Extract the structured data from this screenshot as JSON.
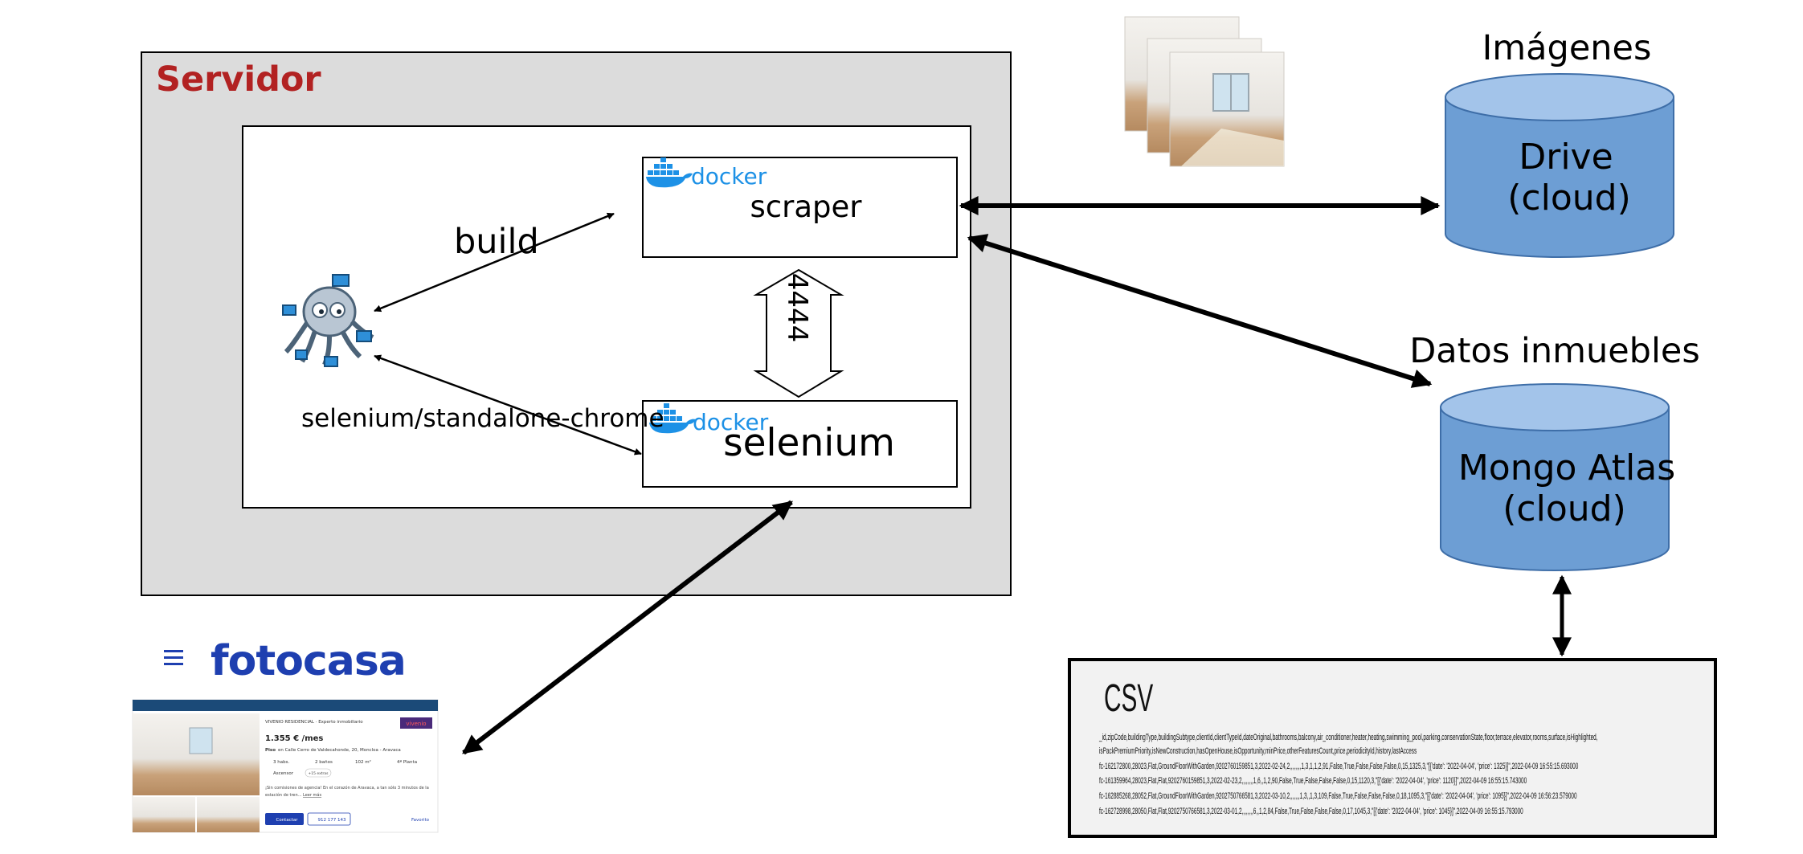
{
  "server": {
    "title": "Servidor"
  },
  "containers": {
    "scraper": {
      "brand": "docker",
      "label": "scraper"
    },
    "selenium": {
      "brand": "docker",
      "label": "selenium"
    }
  },
  "edges": {
    "build": "build",
    "selenium_image": "selenium/standalone-chrome",
    "port": "4444"
  },
  "stores": {
    "images": {
      "heading": "Imágenes",
      "line1": "Drive",
      "line2": "(cloud)"
    },
    "data": {
      "heading": "Datos inmuebles",
      "line1": "Mongo Atlas",
      "line2": "(cloud)"
    }
  },
  "fotocasa": {
    "logo": "fotocasa",
    "agency": "VIVENIO RESIDENCIAL · Experto inmobiliario",
    "agency_badge": "vivenio",
    "price": "1.355 € /mes",
    "address_strong": "Piso",
    "address": "en Calle Cerro de Valdecahonde, 20, Moncloa - Aravaca",
    "features": [
      "3 habs.",
      "2 baños",
      "102 m²",
      "4ª Planta"
    ],
    "extra": "Ascensor",
    "extra_badge": "+15 extras",
    "desc1": "¡Sin comisiones de agencia! En el corazón de Aravaca, a tan sólo 3 minutos de la",
    "desc2": "estación de tren... ",
    "desc_more": "Leer más",
    "btn_contact": "Contactar",
    "btn_phone": "912 177 143",
    "btn_fav": "Favorito"
  },
  "csv": {
    "title": "CSV",
    "lines": [
      "_id,zipCode,buildingType,buildingSubtype,clientId,clientTypeId,dateOriginal,bathrooms,balcony,air_conditioner,heater,heating,swimming_pool,parking,conservationState,floor,terrace,elevator,rooms,surface,isHighlighted,",
      "isPackPremiumPriority,isNewConstruction,hasOpenHouse,isOpportunity,minPrice,otherFeaturesCount,price,periodicityId,history,lastAccess",
      "fc-162172800,28023,Flat,GroundFloorWithGarden,9202760159851,3,2022-02-24,2,,,,,,,,1,3,1,1,2,91,False,True,False,False,False,0,15,1325,3,\"[{'date': '2022-04-04', 'price': 1325}]\",2022-04-09 16:55:15.693000",
      "fc-161359964,28023,Flat,Flat,9202760159851,3,2022-02-23,2,,,,,,,,1,6,,1,2,90,False,True,False,False,False,0,15,1120,3,\"[{'date': '2022-04-04', 'price': 1120}]\",2022-04-09 16:55:15.743000",
      "fc-162885268,28052,Flat,GroundFloorWithGarden,9202750766581,3,2022-03-10,2,,,,,,,1,3,,1,3,109,False,True,False,False,False,0,18,1095,3,\"[{'date': '2022-04-04', 'price': 1095}]\",2022-04-09 16:56:23.579000",
      "fc-162728998,28050,Flat,Flat,9202750766581,3,2022-03-01,2,,,,,,,,6,,1,2,84,False,True,False,False,False,0,17,1045,3,\"[{'date': '2022-04-04', 'price': 1045}]\",2022-04-09 16:55:15.793000"
    ]
  },
  "colors": {
    "server_title": "#b22222",
    "server_fill": "#dcdcdc",
    "cylinder_fill": "#6d9ed4",
    "cylinder_top": "#a3c4ea",
    "cylinder_stroke": "#3e6ea8",
    "docker_blue": "#1d91e6",
    "fotocasa_blue": "#1e3fb0"
  },
  "icons": [
    "docker-whale-icon",
    "docker-compose-octopus-icon",
    "room-photos-icon",
    "hamburger-menu-icon"
  ]
}
